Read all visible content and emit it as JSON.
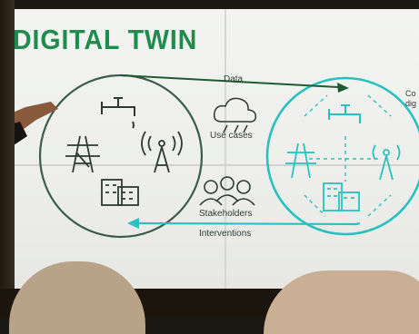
{
  "slide": {
    "title": "DIGITAL TWIN",
    "data_label": "Data",
    "use_cases_label": "Use cases",
    "stakeholders_label": "Stakeholders",
    "interventions_label": "Interventions",
    "edge_text_line1": "Co",
    "edge_text_line2": "dig"
  },
  "colors": {
    "title_green": "#1f8c4d",
    "physical_circle": "#3b5c4d",
    "digital_circle": "#27c2c0",
    "arrow_dark": "#1f5a33",
    "arrow_teal": "#2bbfc4"
  },
  "icons": [
    "water-tap-icon",
    "power-pylon-icon",
    "radio-tower-icon",
    "buildings-icon",
    "storm-cloud-icon",
    "people-group-icon"
  ]
}
